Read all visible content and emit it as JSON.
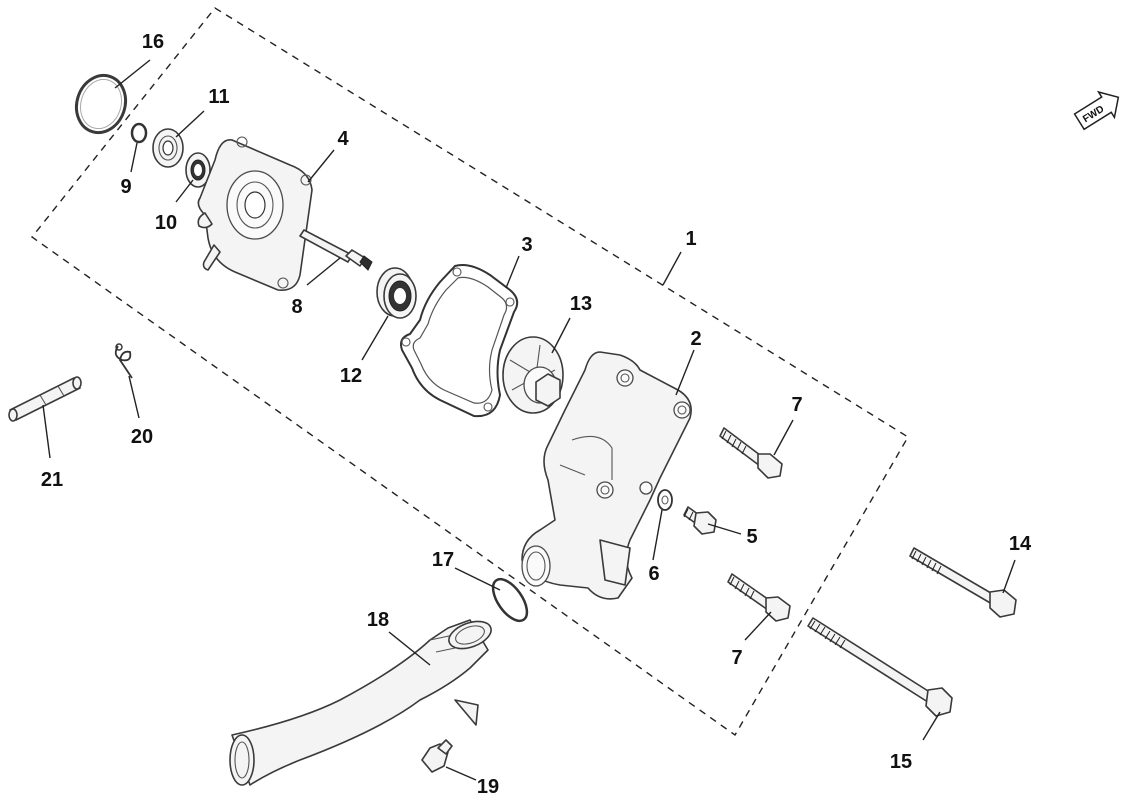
{
  "diagram": {
    "type": "exploded-parts-view",
    "direction_badge": "FWD",
    "callouts": [
      "1",
      "2",
      "3",
      "4",
      "5",
      "6",
      "7",
      "7",
      "8",
      "9",
      "10",
      "11",
      "12",
      "13",
      "14",
      "15",
      "16",
      "17",
      "18",
      "19",
      "20",
      "21"
    ]
  }
}
